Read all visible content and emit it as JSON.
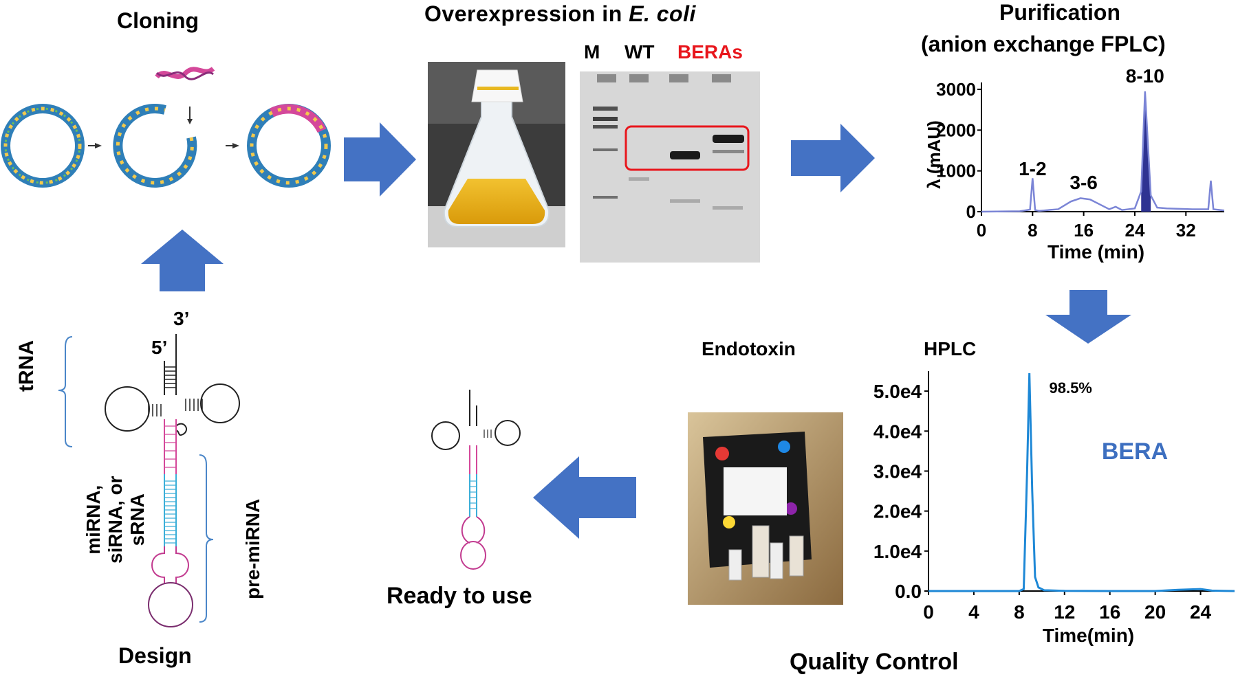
{
  "titles": {
    "cloning": "Cloning",
    "overexpression": "Overexpression in ",
    "overexpression_italic": "E. coli",
    "purification_line1": "Purification",
    "purification_line2": "(anion exchange FPLC)",
    "design": "Design",
    "ready": "Ready to use",
    "quality_control": "Quality Control",
    "endotoxin": "Endotoxin",
    "hplc": "HPLC"
  },
  "design": {
    "three_prime": "3’",
    "five_prime": "5’",
    "trna": "tRNA",
    "mirna_line1": "miRNA,",
    "mirna_line2": "siRNA, or",
    "mirna_line3": "sRNA",
    "pre_mirna": "pre-miRNA"
  },
  "gel": {
    "lane_m": "M",
    "lane_wt": "WT",
    "lane_beras": "BERAs"
  },
  "colors": {
    "arrow": "#4472c4",
    "highlight_red": "#e8161c",
    "fplc_line": "#7b85d6",
    "fplc_peak_fill": "#2e3392",
    "hplc_line": "#1e88d6",
    "bera_text": "#3d6fc0",
    "pink": "#d4489a",
    "cyan": "#3aaed8",
    "purple": "#7a2d6e"
  },
  "icons": [
    "plasmid-icon",
    "insert-dna-icon",
    "flask-photo",
    "gel-image",
    "endotoxin-kit-photo",
    "trna-structure-icon"
  ],
  "chart_data": [
    {
      "type": "line",
      "title": "",
      "xlabel": "Time (min)",
      "ylabel": "λ (mAU)",
      "xlim": [
        0,
        38
      ],
      "ylim": [
        0,
        3000
      ],
      "xticks": [
        0,
        8,
        16,
        24,
        32
      ],
      "yticks": [
        0,
        1000,
        2000,
        3000
      ],
      "series": [
        {
          "x": [
            0,
            6,
            7.6,
            8,
            8.4,
            9,
            12,
            14,
            15.5,
            17,
            18.5,
            20,
            21,
            22,
            23,
            24,
            25,
            25.6,
            26.5,
            27.5,
            29,
            33,
            35.5,
            35.9,
            36.3,
            38
          ],
          "y": [
            0,
            10,
            50,
            820,
            40,
            20,
            60,
            250,
            330,
            300,
            180,
            60,
            120,
            40,
            60,
            80,
            500,
            2950,
            400,
            100,
            80,
            60,
            60,
            760,
            60,
            30
          ]
        }
      ],
      "annotations": [
        {
          "text": "1-2",
          "x": 8
        },
        {
          "text": "3-6",
          "x": 16
        },
        {
          "text": "8-10",
          "x": 25.6
        }
      ]
    },
    {
      "type": "line",
      "title": "",
      "xlabel": "Time(min)",
      "ylabel": "",
      "xlim": [
        0,
        27
      ],
      "ylim": [
        0,
        55000
      ],
      "xticks": [
        0,
        4,
        8,
        12,
        16,
        20,
        24
      ],
      "ytick_labels": [
        "0.0",
        "1.0e4",
        "2.0e4",
        "3.0e4",
        "4.0e4",
        "5.0e4"
      ],
      "yticks": [
        0,
        10000,
        20000,
        30000,
        40000,
        50000
      ],
      "series": [
        {
          "name": "BERA",
          "x": [
            0,
            8.0,
            8.4,
            8.7,
            8.9,
            9.15,
            9.4,
            9.7,
            10.2,
            12,
            16,
            20,
            22,
            24,
            25,
            27
          ],
          "y": [
            0,
            0,
            500,
            30000,
            54500,
            25000,
            3500,
            900,
            200,
            50,
            0,
            0,
            300,
            500,
            100,
            0
          ]
        }
      ],
      "annotations": [
        {
          "text": "98.5%",
          "x": 8.9
        }
      ]
    }
  ]
}
